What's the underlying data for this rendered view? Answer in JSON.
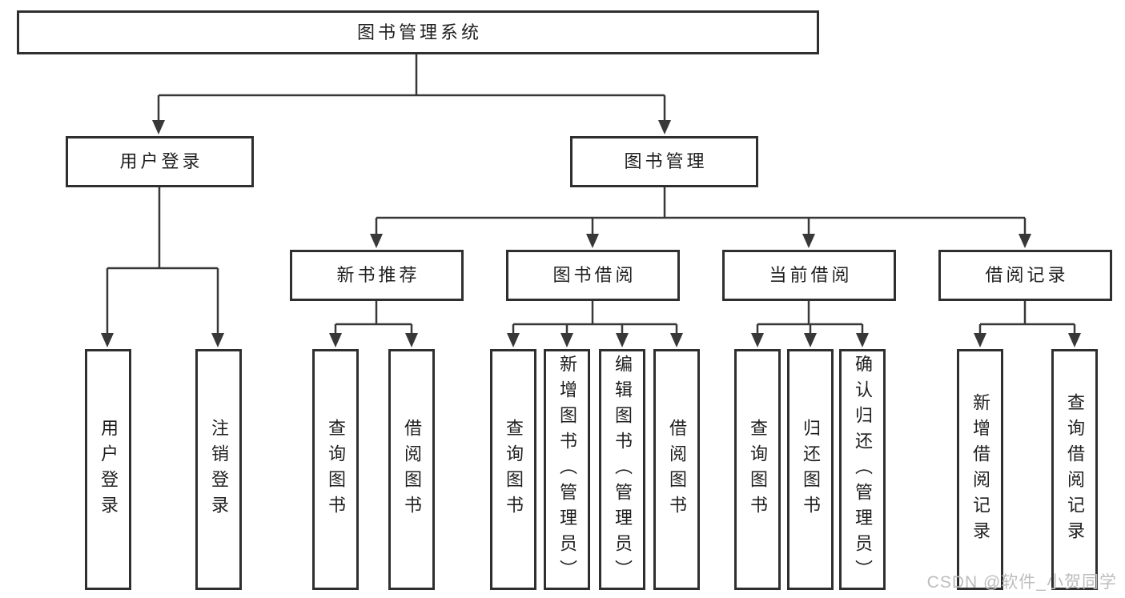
{
  "diagram": {
    "title": "图书管理系统",
    "watermark": "CSDN @软件_小贺同学",
    "colors": {
      "line": "#383838",
      "box_border": "#2f2f2f",
      "text": "#1f1f1f",
      "watermark": "#bdbdbd",
      "background": "#ffffff"
    },
    "nodes": {
      "root": "图书管理系统",
      "user_login": "用户登录",
      "book_mgmt": "图书管理",
      "new_book_rec": "新书推荐",
      "book_borrow": "图书借阅",
      "current_borrow": "当前借阅",
      "borrow_records": "借阅记录",
      "leaf_user_login": "用户登录",
      "leaf_logout": "注销登录",
      "leaf_nb_query": "查询图书",
      "leaf_nb_borrow": "借阅图书",
      "leaf_bb_query": "查询图书",
      "leaf_bb_add": "新增图书（管理员）",
      "leaf_bb_edit": "编辑图书（管理员）",
      "leaf_bb_borrow": "借阅图书",
      "leaf_cb_query": "查询图书",
      "leaf_cb_return": "归还图书",
      "leaf_cb_confirm": "确认归还（管理员）",
      "leaf_br_add": "新增借阅记录",
      "leaf_br_query": "查询借阅记录"
    }
  }
}
